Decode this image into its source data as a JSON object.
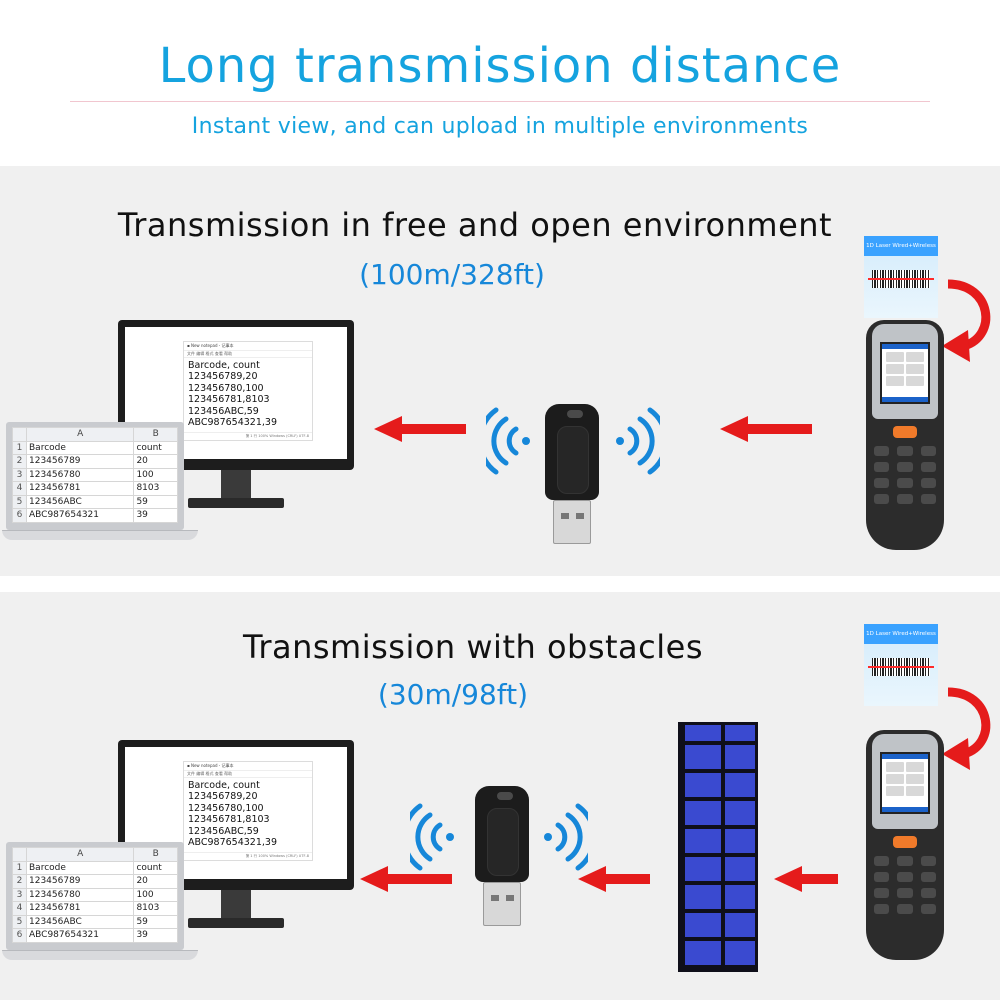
{
  "header": {
    "title": "Long transmission distance",
    "subtitle": "Instant view, and can upload in multiple environments"
  },
  "scenes": [
    {
      "title": "Transmission in free and open environment",
      "range": "(100m/328ft)"
    },
    {
      "title": "Transmission with obstacles",
      "range": "(30m/98ft)"
    }
  ],
  "notepad": {
    "lines": [
      "Barcode, count",
      "123456789,20",
      "123456780,100",
      "123456781,8103",
      "123456ABC,59",
      "ABC987654321,39"
    ]
  },
  "spreadsheet": {
    "col_a": "A",
    "col_b": "B",
    "rows": [
      {
        "n": "1",
        "a": "Barcode",
        "b": "count"
      },
      {
        "n": "2",
        "a": "123456789",
        "b": "20"
      },
      {
        "n": "3",
        "a": "123456780",
        "b": "100"
      },
      {
        "n": "4",
        "a": "123456781",
        "b": "8103"
      },
      {
        "n": "5",
        "a": "123456ABC",
        "b": "59"
      },
      {
        "n": "6",
        "a": "ABC987654321",
        "b": "39"
      }
    ]
  },
  "scanner_card": {
    "label": "1D Laser Wired+Wireless"
  },
  "colors": {
    "accent_blue": "#15a3df",
    "range_blue": "#1687d9",
    "arrow_red": "#e51b1b",
    "panel_gray": "#f0f0f0"
  }
}
